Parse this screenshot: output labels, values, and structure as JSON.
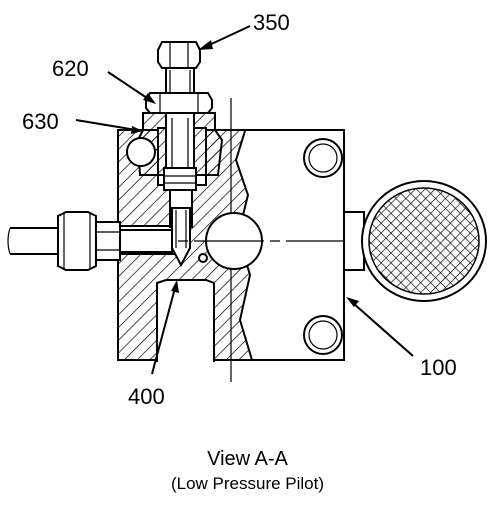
{
  "callouts": {
    "c350": "350",
    "c620": "620",
    "c630": "630",
    "c400": "400",
    "c100": "100"
  },
  "caption": {
    "view": "View A-A",
    "note": "(Low Pressure Pilot)"
  },
  "colors": {
    "line": "#000000",
    "background": "#ffffff"
  }
}
